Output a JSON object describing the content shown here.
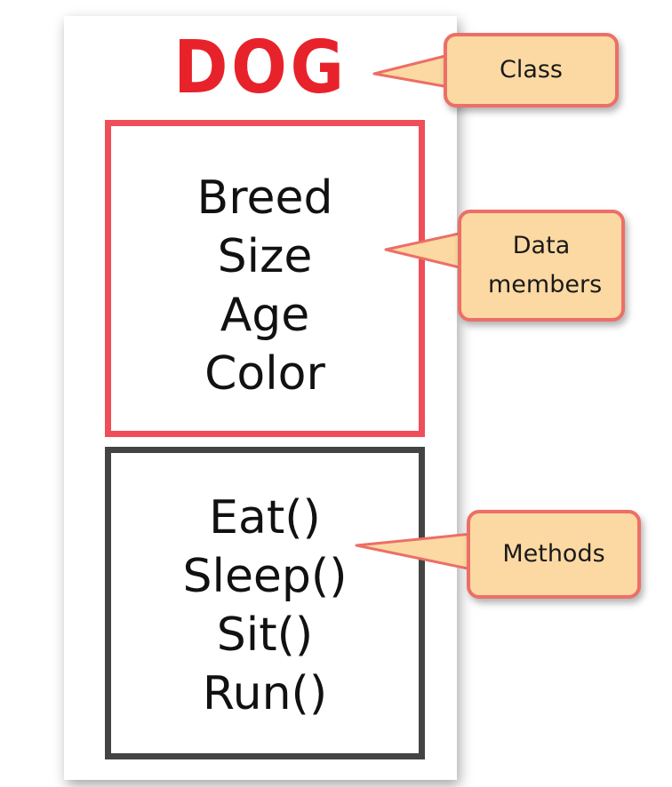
{
  "class_name": "DOG",
  "data_members": [
    "Breed",
    "Size",
    "Age",
    "Color"
  ],
  "methods": [
    "Eat()",
    "Sleep()",
    "Sit()",
    "Run()"
  ],
  "callouts": {
    "class": "Class",
    "data_members": "Data members",
    "methods": "Methods"
  },
  "colors": {
    "title": "#e8222a",
    "data_box_border": "#ef4e58",
    "methods_box_border": "#444444",
    "callout_fill": "#fcd9a2",
    "callout_border": "#ec6f67"
  }
}
